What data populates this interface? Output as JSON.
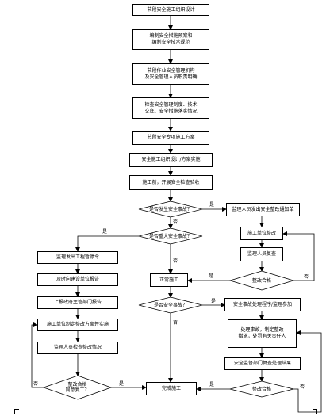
{
  "nodes": {
    "n1": "节段安全施工组织设计",
    "n2": "编制安全措施预案和\n编制安全技术规范",
    "n3": "节段作业安全管理机构\n及安全管理人员职责明确",
    "n4": "检查安全管理制度、技术\n交底、安全措施落实情况",
    "n5": "节段安全专项施工方案",
    "n6": "安全施工组织设计/方案实施",
    "n7": "施工前，开展安全检查验收",
    "d1": "是否发生安全事故？",
    "r1": "监理人员发出安全整改通知单",
    "d2": "是否重大安全事故？",
    "r2": "施工单位整改",
    "r3": "监理人员复查",
    "d3": "整改合格",
    "mid": "正常施工",
    "d4": "是否安全事故？",
    "l1": "监理发出工程暂停令",
    "l2": "及时向建设单位报告",
    "l3": "上报政府主管部门报告",
    "l4": "施工单位制定整改方案并实施",
    "l5": "监理人员检查整改情况",
    "d5": "整改合格\n同意复工？",
    "r4": "安全事故处理程序/监理参加",
    "r5": "处理事故，制定整改\n措施，处罚有关责任人",
    "r6": "安全监督部门复查处理结果",
    "d6": "整改合格",
    "end": "完成施工"
  },
  "edge_labels": {
    "yes": "是",
    "no": "否"
  }
}
